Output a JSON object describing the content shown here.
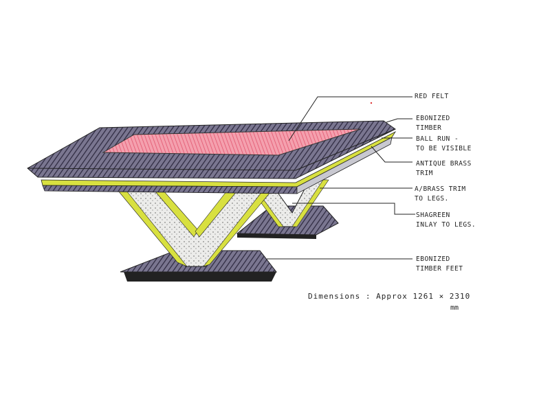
{
  "annotations": [
    {
      "id": "red-felt",
      "lines": [
        "Red Felt"
      ]
    },
    {
      "id": "ebonized-timber",
      "lines": [
        "Ebonized",
        "Timber"
      ]
    },
    {
      "id": "ball-run",
      "lines": [
        "Ball Run -",
        "To be visible"
      ]
    },
    {
      "id": "antique-brass-trim",
      "lines": [
        "Antique Brass",
        "Trim"
      ]
    },
    {
      "id": "brass-trim-legs",
      "lines": [
        "A/Brass Trim",
        "to legs."
      ]
    },
    {
      "id": "shagreen-inlay",
      "lines": [
        "Shagreen",
        "inlay to legs."
      ]
    },
    {
      "id": "ebonized-feet",
      "lines": [
        "Ebonized",
        "Timber Feet"
      ]
    }
  ],
  "dimensions": {
    "text": "Dimensions : Approx 1261 × 2310",
    "unit": "mm"
  },
  "colors": {
    "felt": "#e8788a",
    "timber": "#4a4660",
    "brass": "#d8e040",
    "shagreen": "#e4e4e0",
    "ink": "#222222"
  }
}
